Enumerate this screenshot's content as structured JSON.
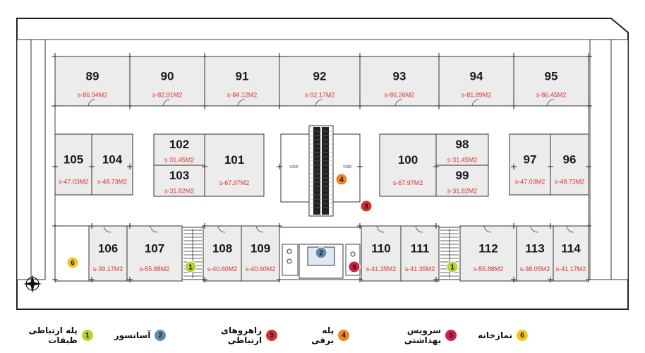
{
  "units": [
    {
      "id": "89",
      "area": "s-86.94M2"
    },
    {
      "id": "90",
      "area": "s-82.91M2"
    },
    {
      "id": "91",
      "area": "s-84.12M2"
    },
    {
      "id": "92",
      "area": "s-92.17M2"
    },
    {
      "id": "93",
      "area": "s-86.26M2"
    },
    {
      "id": "94",
      "area": "s-81.89M2"
    },
    {
      "id": "95",
      "area": "s-86.45M2"
    },
    {
      "id": "105",
      "area": "s-47.03M2"
    },
    {
      "id": "104",
      "area": "s-48.73M2"
    },
    {
      "id": "102",
      "area": "s-31.45M2"
    },
    {
      "id": "103",
      "area": "s-31.82M2"
    },
    {
      "id": "101",
      "area": "s-67.97M2"
    },
    {
      "id": "100",
      "area": "s-67.97M2"
    },
    {
      "id": "98",
      "area": "s-31.45M2"
    },
    {
      "id": "99",
      "area": "s-31.82M2"
    },
    {
      "id": "97",
      "area": "s-47.03M2"
    },
    {
      "id": "96",
      "area": "s-48.73M2"
    },
    {
      "id": "106",
      "area": "s-39.17M2"
    },
    {
      "id": "107",
      "area": "s-55.88M2"
    },
    {
      "id": "108",
      "area": "s-40.60M2"
    },
    {
      "id": "109",
      "area": "s-40.60M2"
    },
    {
      "id": "110",
      "area": "s-41.35M2"
    },
    {
      "id": "111",
      "area": "s-41.35M2"
    },
    {
      "id": "112",
      "area": "s-55.88M2"
    },
    {
      "id": "113",
      "area": "s-38.05M2"
    },
    {
      "id": "114",
      "area": "s-41.17M2"
    }
  ],
  "void_label": "VOID",
  "markers": [
    {
      "n": "4",
      "color": "#e8871e"
    },
    {
      "n": "3",
      "color": "#d2312d"
    },
    {
      "n": "2",
      "color": "#5b8fb0"
    },
    {
      "n": "5",
      "color": "#d21f4a"
    },
    {
      "n": "1",
      "color": "#b5d334"
    },
    {
      "n": "1",
      "color": "#b5d334"
    },
    {
      "n": "6",
      "color": "#f3c61c"
    }
  ],
  "legend": [
    {
      "n": "1",
      "label": "پله ارتباطی طبقات",
      "color": "#b5d334"
    },
    {
      "n": "2",
      "label": "آسانسور",
      "color": "#5b8fb0"
    },
    {
      "n": "3",
      "label": "راهروهای ارتباطی",
      "color": "#d2312d"
    },
    {
      "n": "4",
      "label": "پله برقی",
      "color": "#e8871e"
    },
    {
      "n": "5",
      "label": "سرویس بهداشتی",
      "color": "#d21f4a"
    },
    {
      "n": "6",
      "label": "نمازخانه",
      "color": "#f3c61c"
    }
  ],
  "compass_icon": "compass-icon"
}
